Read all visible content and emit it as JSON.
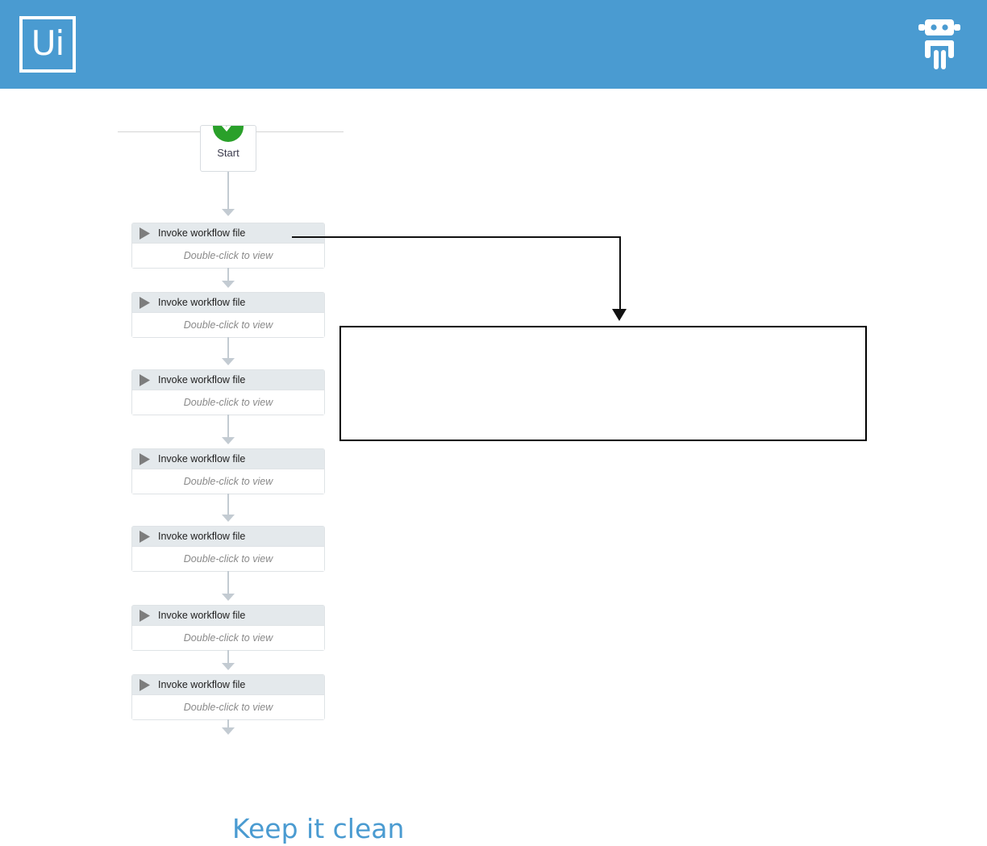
{
  "header": {
    "background_color": "#4a9bd1",
    "logo_text": "Ui",
    "logo_name": "uipath-logo",
    "robot_icon_name": "robot-icon"
  },
  "workflow": {
    "start_node": {
      "label": "Start",
      "icon": "green-check-circle-icon",
      "accent_color": "#2aa02a"
    },
    "nodes": [
      {
        "title": "Invoke workflow file",
        "hint": "Double-click to view",
        "icon": "play-triangle-icon"
      },
      {
        "title": "Invoke workflow file",
        "hint": "Double-click to view",
        "icon": "play-triangle-icon"
      },
      {
        "title": "Invoke workflow file",
        "hint": "Double-click to view",
        "icon": "play-triangle-icon"
      },
      {
        "title": "Invoke workflow file",
        "hint": "Double-click to view",
        "icon": "play-triangle-icon"
      },
      {
        "title": "Invoke workflow file",
        "hint": "Double-click to view",
        "icon": "play-triangle-icon"
      },
      {
        "title": "Invoke workflow file",
        "hint": "Double-click to view",
        "icon": "play-triangle-icon"
      },
      {
        "title": "Invoke workflow file",
        "hint": "Double-click to view",
        "icon": "play-triangle-icon"
      }
    ],
    "connector_color": "#c3cbd2"
  },
  "annotation": {
    "callout_color": "#000000",
    "callout_box_content": ""
  },
  "caption": {
    "text": "Keep it clean",
    "color": "#4a9bd1"
  }
}
